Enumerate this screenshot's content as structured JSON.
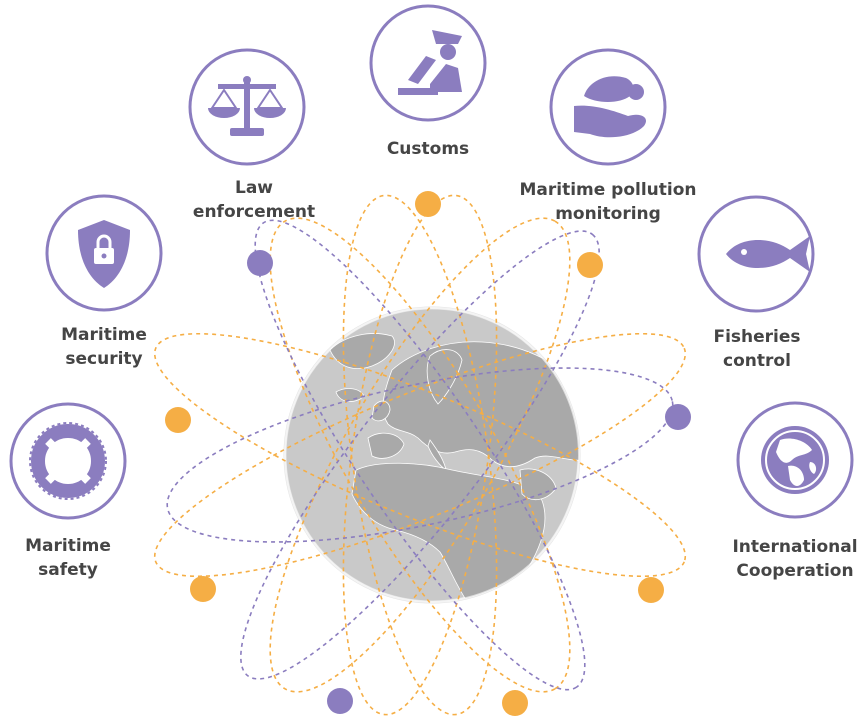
{
  "colors": {
    "purple": "#8b7dbf",
    "purple_dark": "#7d6fb3",
    "orange": "#f5ae45",
    "globe_land": "#a8a8a8",
    "globe_ocean": "#c9c9c9",
    "text": "#454545"
  },
  "sectors": [
    {
      "id": "customs",
      "icon": "customs-officer-icon",
      "lines": [
        "Customs"
      ]
    },
    {
      "id": "law-enforcement",
      "icon": "scales-of-justice-icon",
      "lines": [
        "Law",
        "enforcement"
      ]
    },
    {
      "id": "maritime-pollution",
      "icon": "hand-holding-water-icon",
      "lines": [
        "Maritime pollution",
        "monitoring"
      ]
    },
    {
      "id": "maritime-security",
      "icon": "shield-lock-icon",
      "lines": [
        "Maritime",
        "security"
      ]
    },
    {
      "id": "fisheries-control",
      "icon": "fish-icon",
      "lines": [
        "Fisheries",
        "control"
      ]
    },
    {
      "id": "maritime-safety",
      "icon": "lifebuoy-icon",
      "lines": [
        "Maritime",
        "safety"
      ]
    },
    {
      "id": "international-cooperation",
      "icon": "earth-globe-icon",
      "lines": [
        "International",
        "Cooperation"
      ]
    }
  ],
  "center_icon": "globe-with-satellite-orbits-icon"
}
